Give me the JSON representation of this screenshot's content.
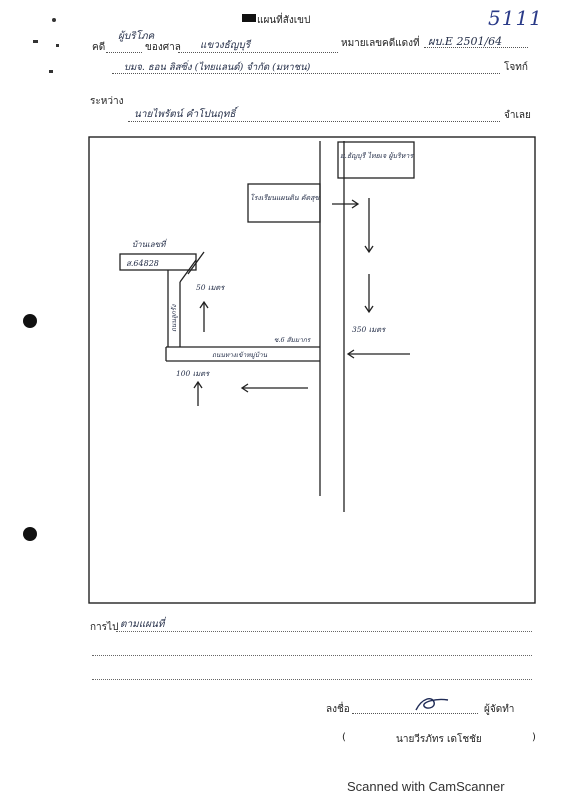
{
  "header": {
    "page_number": "5111",
    "form_title": "แผนที่สังเขป",
    "case_label": "คดี",
    "case_type": "ผู้บริโภค",
    "court_label": "ของศาล",
    "court_name": "แขวงธัญบุรี",
    "black_case_label": "หมายเลขคดีแดงที่",
    "black_case_number": "ผบ.E 2501/64",
    "plaintiff_name": "บมจ. ธอน ลิสซิ่ง (ไทยแลนด์) จำกัด (มหาชน)",
    "plaintiff_label": "โจทก์",
    "between_label": "ระหว่าง",
    "defendant_name": "นายไพรัตน์ คำโปนฤทธิ์",
    "defendant_label": "จำเลย"
  },
  "map": {
    "landmark_top": "ม.ธัญบุรี ไทยเจ ผู้บริหาร",
    "landmark_shop": "โรงเรียนแผนดิน คัดสุข",
    "house": "บ้านเลขที่",
    "house_no": "ส.64828",
    "distance_50": "50 เมตร",
    "distance_350": "350 เมตร",
    "distance_100": "100 เมตร",
    "soi_label": "ซ.6 สัมมากร",
    "road_label": "ถนนทางเข้าหมู่บ้าน",
    "side_road_label": "ถนนลูกรัง"
  },
  "route": {
    "label": "การไป",
    "value": "ตามแผนที่"
  },
  "signature": {
    "sign_label": "ลงชื่อ",
    "role": "ผู้จัดทำ",
    "name": "นายวีรภัทร เดโชชัย",
    "open_paren": "(",
    "close_paren": ")"
  },
  "footer": {
    "scanner_text": "Scanned with CamScanner"
  }
}
